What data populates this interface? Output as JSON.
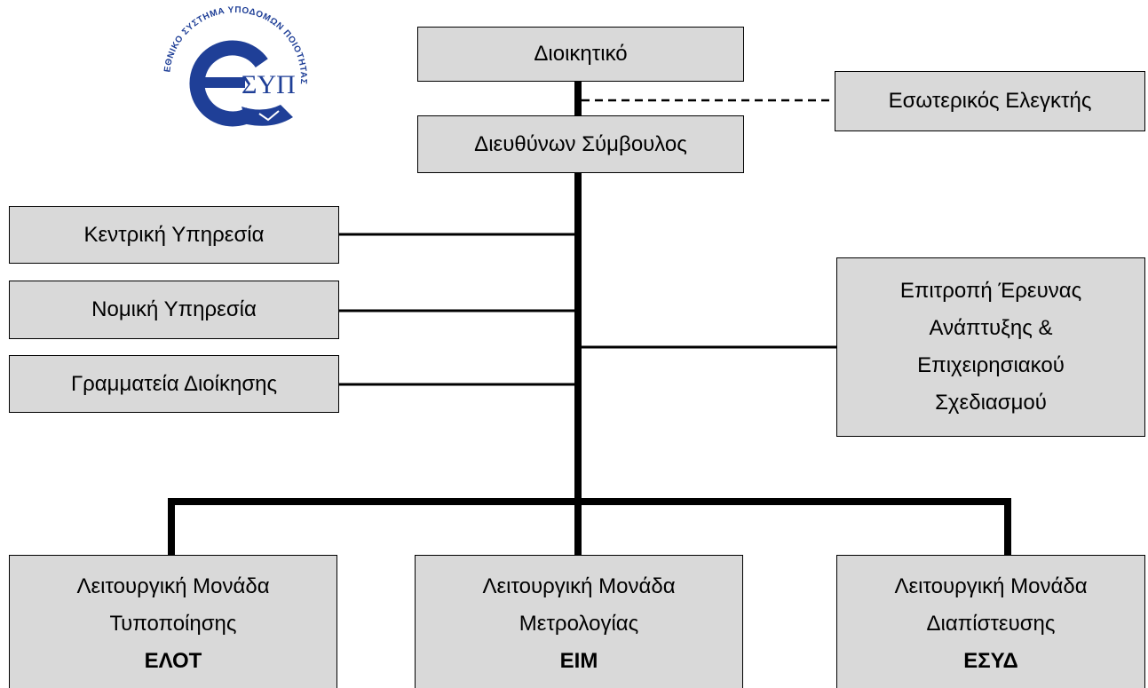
{
  "logo": {
    "arc_text": "ΕΘΝΙΚΟ ΣΥΣΤΗΜΑ ΥΠΟΔΟΜΩΝ ΠΟΙΟΤΗΤΑΣ",
    "inner_text": "ΣΥΠ",
    "color": "#1f3f97"
  },
  "colors": {
    "box_fill": "#d9d9d9",
    "box_border": "#000000",
    "line": "#000000"
  },
  "board": {
    "label": "Διοικητικό"
  },
  "internal_auditor": {
    "label": "Εσωτερικός Ελεγκτής"
  },
  "ceo": {
    "label": "Διευθύνων Σύμβουλος"
  },
  "staff_units": [
    {
      "label": "Κεντρική Υπηρεσία"
    },
    {
      "label": "Νομική Υπηρεσία"
    },
    {
      "label": "Γραμματεία Διοίκησης"
    }
  ],
  "committee": {
    "lines": [
      "Επιτροπή Έρευνας",
      "Ανάπτυξης &",
      "Επιχειρησιακού",
      "Σχεδιασμού"
    ]
  },
  "operational_units": [
    {
      "lines": [
        "Λειτουργική Μονάδα",
        "Τυποποίησης"
      ],
      "acronym": "ΕΛΟΤ"
    },
    {
      "lines": [
        "Λειτουργική Μονάδα",
        "Μετρολογίας"
      ],
      "acronym": "ΕΙΜ"
    },
    {
      "lines": [
        "Λειτουργική Μονάδα",
        "Διαπίστευσης"
      ],
      "acronym": "ΕΣΥΔ"
    }
  ]
}
